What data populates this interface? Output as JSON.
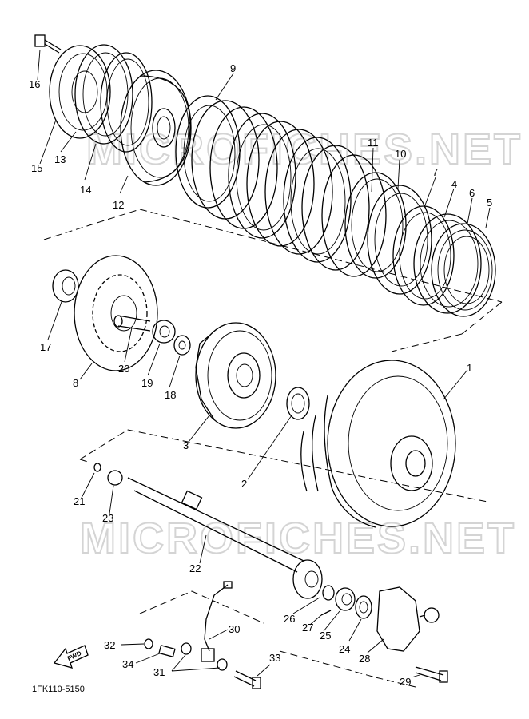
{
  "diagram": {
    "part_code": "1FK110-5150",
    "watermark": "MICROFICHES.NET",
    "fwd_label": "FWD",
    "callouts": [
      "1",
      "2",
      "3",
      "4",
      "5",
      "6",
      "7",
      "8",
      "9",
      "10",
      "11",
      "12",
      "13",
      "14",
      "15",
      "16",
      "17",
      "18",
      "19",
      "20",
      "21",
      "22",
      "23",
      "24",
      "25",
      "26",
      "27",
      "28",
      "29",
      "30",
      "31",
      "32",
      "33",
      "34"
    ]
  }
}
